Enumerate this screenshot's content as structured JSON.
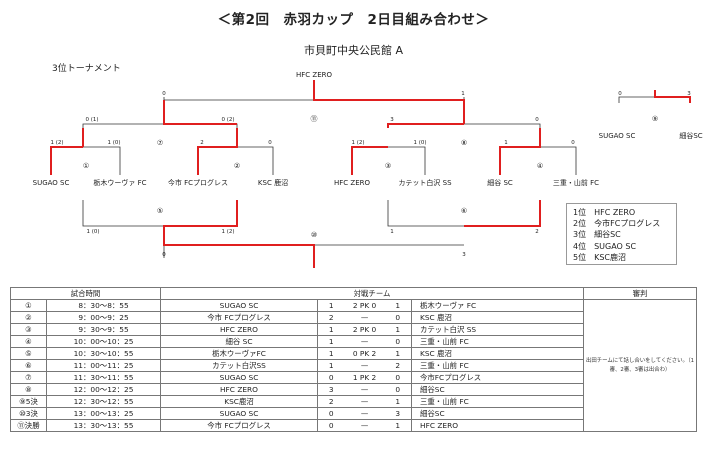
{
  "title": "＜第2回　赤羽カップ　2日目組み合わせ＞",
  "venue": "市貝町中央公民館 A",
  "section": "3位トーナメント",
  "bracket": {
    "final_winner": "HFC ZERO",
    "teams": [
      "SUGAO SC",
      "栃木ウーヴァ FC",
      "今市 FCプログレス",
      "KSC 鹿沼",
      "HFC ZERO",
      "カテット白沢 SS",
      "細谷 SC",
      "三重・山前 FC"
    ],
    "side_teams": [
      "SUGAO SC",
      "細谷SC"
    ],
    "game_numbers": [
      "①",
      "②",
      "③",
      "④",
      "⑤",
      "⑥",
      "⑦",
      "⑧",
      "⑨",
      "⑩",
      "⑪"
    ],
    "scores": {
      "g1": [
        "1 (2)",
        "1 (0)"
      ],
      "g2": [
        "2",
        "0"
      ],
      "g3": [
        "1 (2)",
        "1 (0)"
      ],
      "g4": [
        "1",
        "0"
      ],
      "g5": [
        "1 (0)",
        "1 (2)"
      ],
      "g6": [
        "1",
        "2"
      ],
      "g7": [
        "0 (1)",
        "0 (2)"
      ],
      "g8": [
        "3",
        "0"
      ],
      "g9": [
        "0",
        "3"
      ],
      "g10": [
        "0",
        "3"
      ],
      "g11": [
        "0",
        "1"
      ]
    }
  },
  "ranking": [
    "1位　HFC ZERO",
    "2位　今市FCプログレス",
    "3位　細谷SC",
    "4位　SUGAO SC",
    "5位　KSC鹿沼"
  ],
  "schedule": {
    "headers": [
      "試合時間",
      "対戦チーム",
      "審判"
    ],
    "note": "出田チームにて話し合いをしてください。（1審、2審、3審は出合わ）",
    "rows": [
      {
        "no": "①",
        "time": "8：30～8：55",
        "home": "SUGAO SC",
        "hs": "1",
        "mid": "2 PK 0",
        "as": "1",
        "away": "栃木ウーヴァ FC"
      },
      {
        "no": "②",
        "time": "9：00～9：25",
        "home": "今市 FCプログレス",
        "hs": "2",
        "mid": "—",
        "as": "0",
        "away": "KSC 鹿沼"
      },
      {
        "no": "③",
        "time": "9：30～9：55",
        "home": "HFC ZERO",
        "hs": "1",
        "mid": "2 PK 0",
        "as": "1",
        "away": "カテット白沢 SS"
      },
      {
        "no": "④",
        "time": "10：00～10：25",
        "home": "細谷 SC",
        "hs": "1",
        "mid": "—",
        "as": "0",
        "away": "三重・山前 FC"
      },
      {
        "no": "⑤",
        "time": "10：30～10：55",
        "home": "栃木ウーヴァFC",
        "hs": "1",
        "mid": "0 PK 2",
        "as": "1",
        "away": "KSC 鹿沼"
      },
      {
        "no": "⑥",
        "time": "11：00～11：25",
        "home": "カテット白沢SS",
        "hs": "1",
        "mid": "—",
        "as": "2",
        "away": "三重・山前 FC"
      },
      {
        "no": "⑦",
        "time": "11：30～11：55",
        "home": "SUGAO SC",
        "hs": "0",
        "mid": "1 PK 2",
        "as": "0",
        "away": "今市FCプログレス"
      },
      {
        "no": "⑧",
        "time": "12：00～12：25",
        "home": "HFC ZERO",
        "hs": "3",
        "mid": "—",
        "as": "0",
        "away": "細谷SC"
      },
      {
        "no": "⑨5決",
        "time": "12：30～12：55",
        "home": "KSC鹿沼",
        "hs": "2",
        "mid": "—",
        "as": "1",
        "away": "三重・山前 FC"
      },
      {
        "no": "⑩3決",
        "time": "13：00～13：25",
        "home": "SUGAO SC",
        "hs": "0",
        "mid": "—",
        "as": "3",
        "away": "細谷SC"
      },
      {
        "no": "⑪決勝",
        "time": "13：30～13：55",
        "home": "今市 FCプログレス",
        "hs": "0",
        "mid": "—",
        "as": "1",
        "away": "HFC ZERO"
      }
    ]
  },
  "colors": {
    "winner_line": "#e01f1f",
    "line": "#333333"
  }
}
